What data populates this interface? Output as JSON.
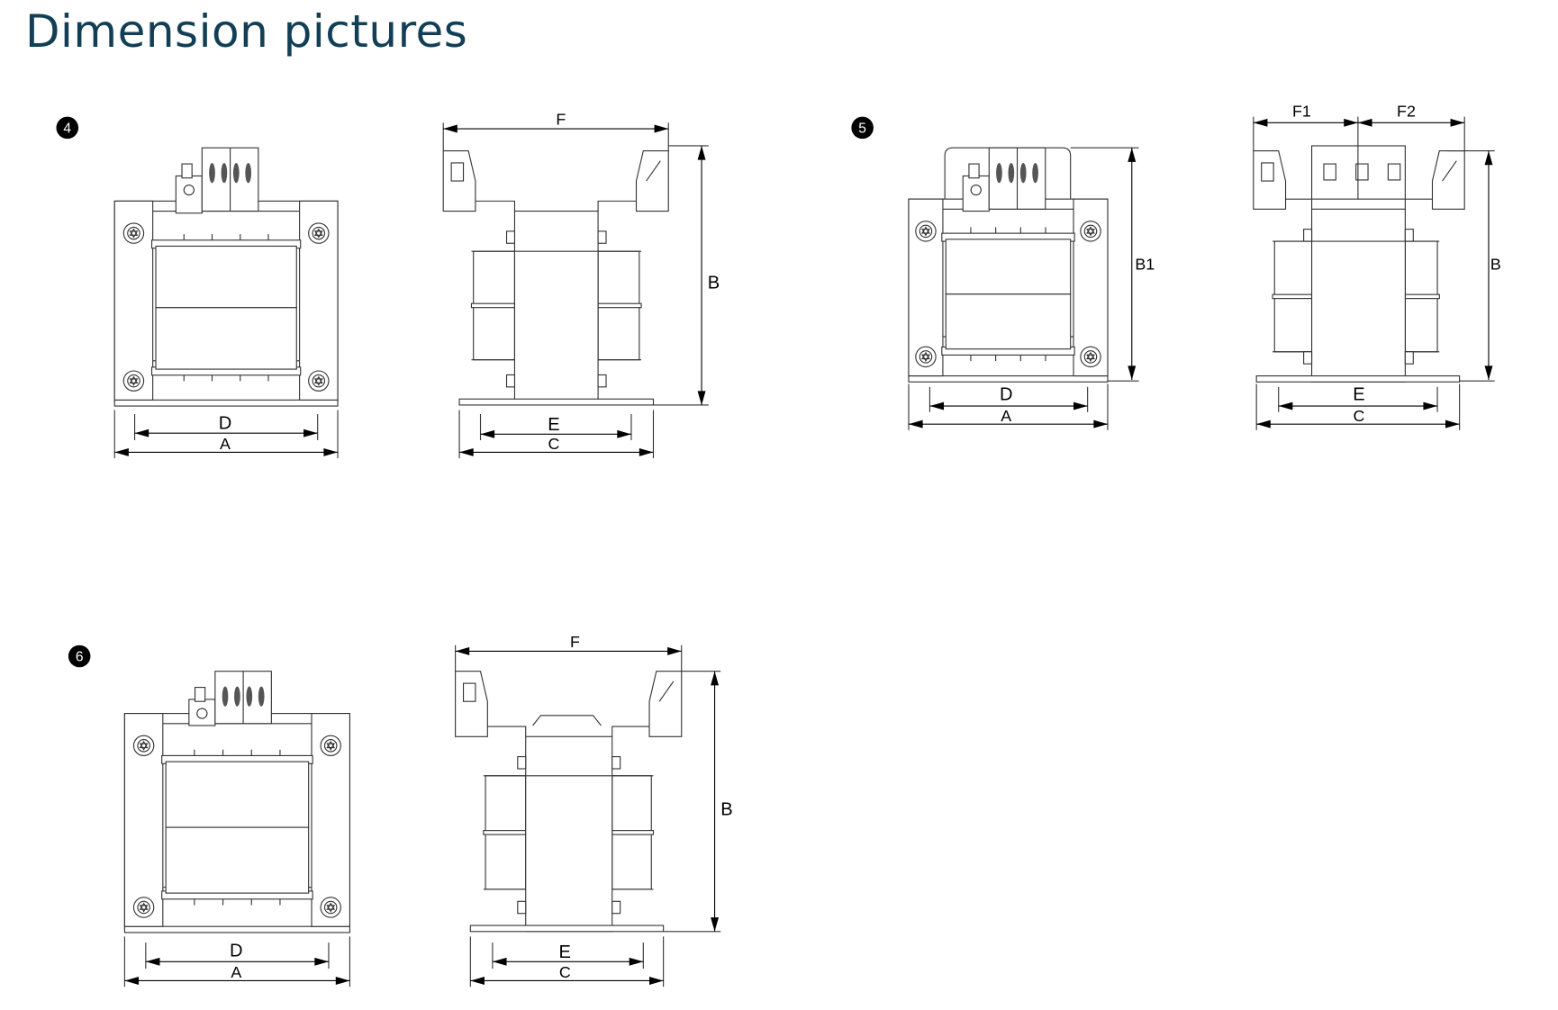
{
  "page": {
    "title": "Dimension pictures",
    "title_color": "#123f55"
  },
  "figures": [
    {
      "number": "4",
      "front": {
        "dim_inner": "D",
        "dim_outer": "A"
      },
      "side": {
        "dim_top": "F",
        "dim_height": "B",
        "dim_inner": "E",
        "dim_outer": "C"
      }
    },
    {
      "number": "5",
      "front": {
        "dim_inner": "D",
        "dim_outer": "A",
        "dim_height": "B1"
      },
      "side": {
        "dim_top_left": "F1",
        "dim_top_right": "F2",
        "dim_height": "B",
        "dim_inner": "E",
        "dim_outer": "C"
      }
    },
    {
      "number": "6",
      "front": {
        "dim_inner": "D",
        "dim_outer": "A"
      },
      "side": {
        "dim_top": "F",
        "dim_height": "B",
        "dim_inner": "E",
        "dim_outer": "C"
      }
    }
  ]
}
